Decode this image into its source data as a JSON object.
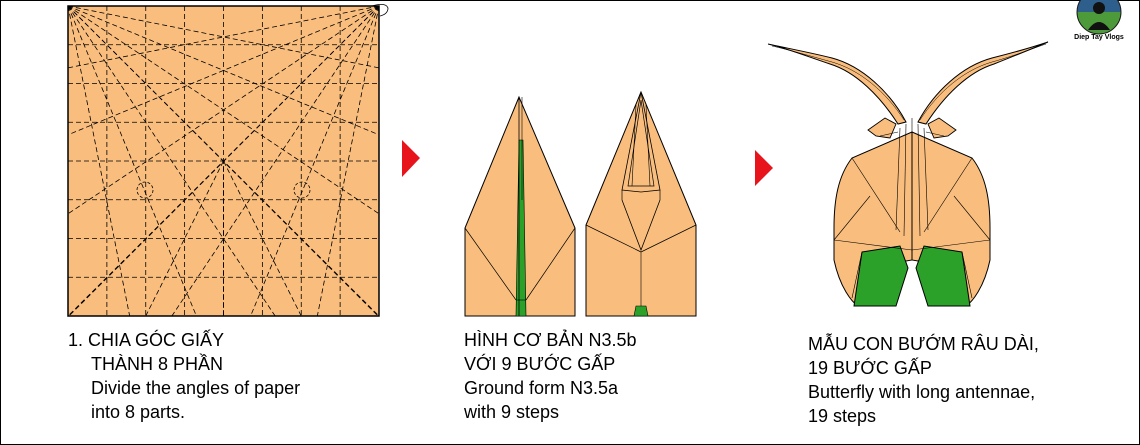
{
  "colors": {
    "paper": "#F9BE7E",
    "green": "#2BA12A",
    "arrow": "#E8141B",
    "line": "#000000"
  },
  "logo": {
    "text": "Diep Tay Vlogs",
    "icon": "vlog-avatar-icon"
  },
  "step1": {
    "line1": "1. CHIA GÓC GIẤY",
    "line2": "THÀNH 8 PHẦN",
    "line3": "Divide the angles of paper",
    "line4": "into 8 parts."
  },
  "step2": {
    "line1": "HÌNH CƠ BẢN N3.5b",
    "line2": "VỚI 9 BƯỚC GẤP",
    "line3": "Ground form N3.5a",
    "line4": "with 9 steps"
  },
  "step3": {
    "line1": "MẪU CON BƯỚM RÂU DÀI,",
    "line2": "19 BƯỚC GẤP",
    "line3": "Butterfly with long antennae,",
    "line4": "19 steps"
  }
}
